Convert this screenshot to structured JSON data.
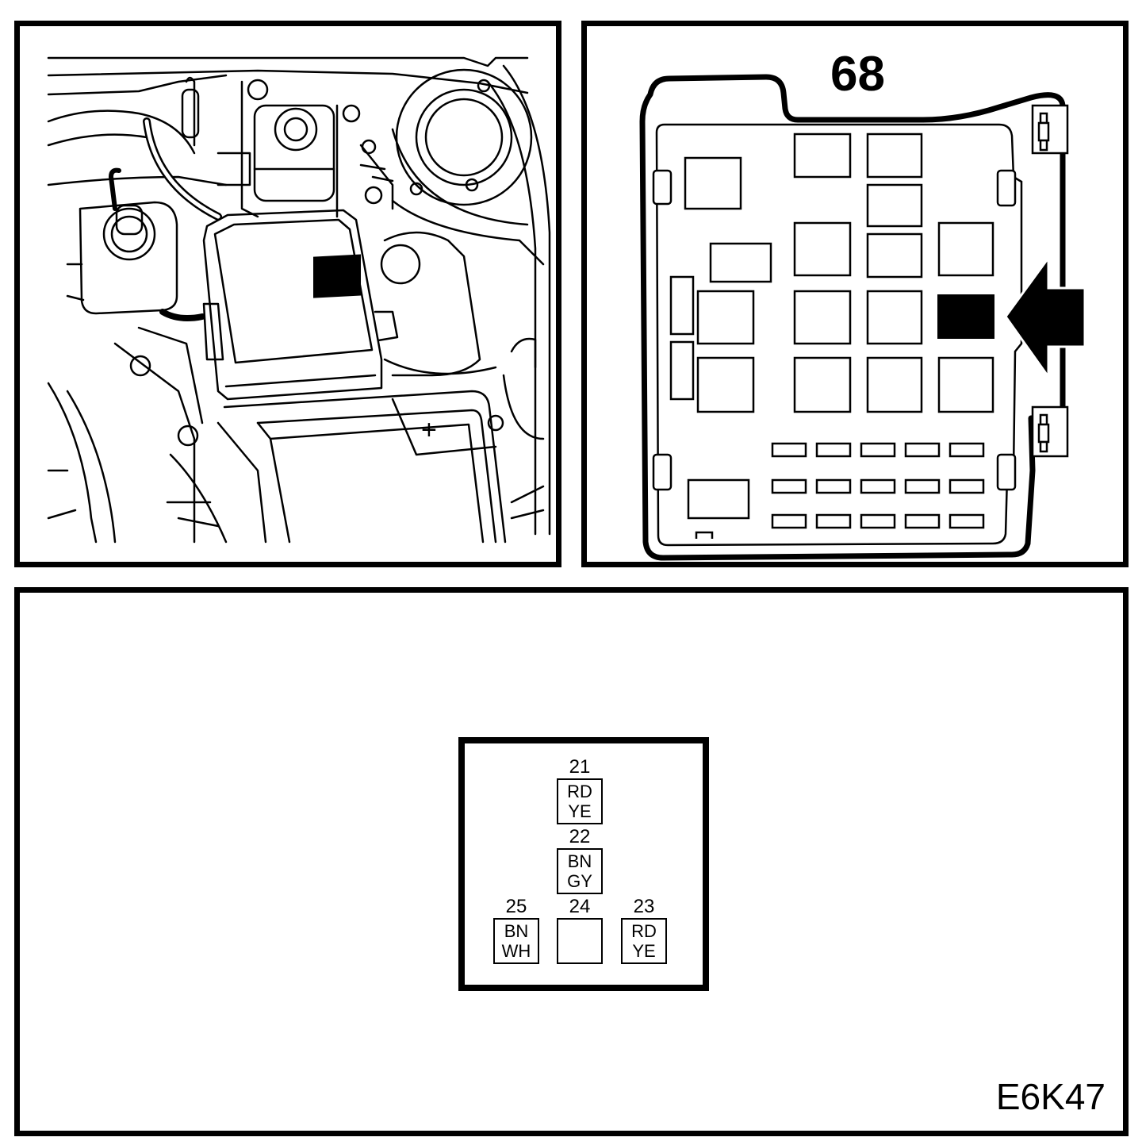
{
  "fusebox": {
    "box_number": "68"
  },
  "connector": {
    "pins": [
      {
        "number": "21",
        "colors": [
          "RD",
          "YE"
        ]
      },
      {
        "number": "22",
        "colors": [
          "BN",
          "GY"
        ]
      },
      {
        "number": "23",
        "colors": [
          "RD",
          "YE"
        ]
      },
      {
        "number": "24",
        "colors": []
      },
      {
        "number": "25",
        "colors": [
          "BN",
          "WH"
        ]
      }
    ]
  },
  "figure": {
    "code": "E6K47"
  },
  "engine_bay": {
    "battery_symbol": "+"
  }
}
